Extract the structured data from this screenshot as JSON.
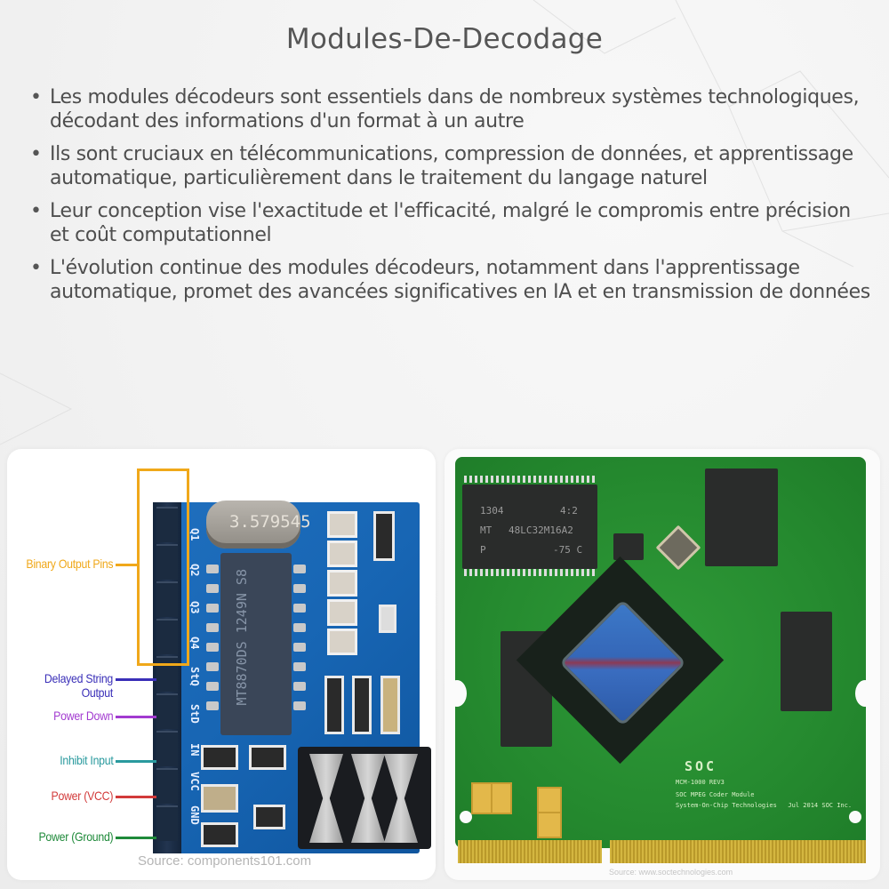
{
  "page": {
    "title": "Modules-De-Decodage"
  },
  "bullets": [
    "Les modules décodeurs sont essentiels dans de nombreux systèmes technologiques, décodant des informations d'un format à un autre",
    "Ils sont cruciaux en télécommunications, compression de données, et apprentissage automatique, particulièrement dans le traitement du langage naturel",
    "Leur conception vise l'exactitude et l'efficacité, malgré le compromis entre précision et coût computationnel",
    "L'évolution continue des modules décodeurs, notamment dans l'apprentissage automatique, promet des avancées significatives en IA et en transmission de données"
  ],
  "left_image": {
    "crystal_marking": "3.579545",
    "chip_marking": "MT8870DS 1249N S8",
    "pin_labels": [
      "Q1",
      "Q2",
      "Q3",
      "Q4",
      "StQ",
      "StD",
      "IN",
      "VCC",
      "GND"
    ],
    "callouts": [
      {
        "label": "Binary Output Pins",
        "color": "#f0a81a"
      },
      {
        "label": "Delayed String Output",
        "color": "#3a2fb8"
      },
      {
        "label": "Power Down",
        "color": "#a23ad0"
      },
      {
        "label": "Inhibit Input",
        "color": "#2a9a9e"
      },
      {
        "label": "Power (VCC)",
        "color": "#d23a3a"
      },
      {
        "label": "Power (Ground)",
        "color": "#1f8a3a"
      }
    ],
    "source": "Source: components101.com"
  },
  "right_image": {
    "ram_marking": [
      "1304",
      "4:2",
      "MT",
      "48LC32M16A2",
      "P",
      "-75 C"
    ],
    "soc_label": "SOC",
    "board_text": [
      "MCM-1000 REV3",
      "SOC MPEG Coder Module",
      "System-On-Chip Technologies   Jul 2014 SOC Inc."
    ],
    "source": "Source: www.soctechnologies.com"
  }
}
